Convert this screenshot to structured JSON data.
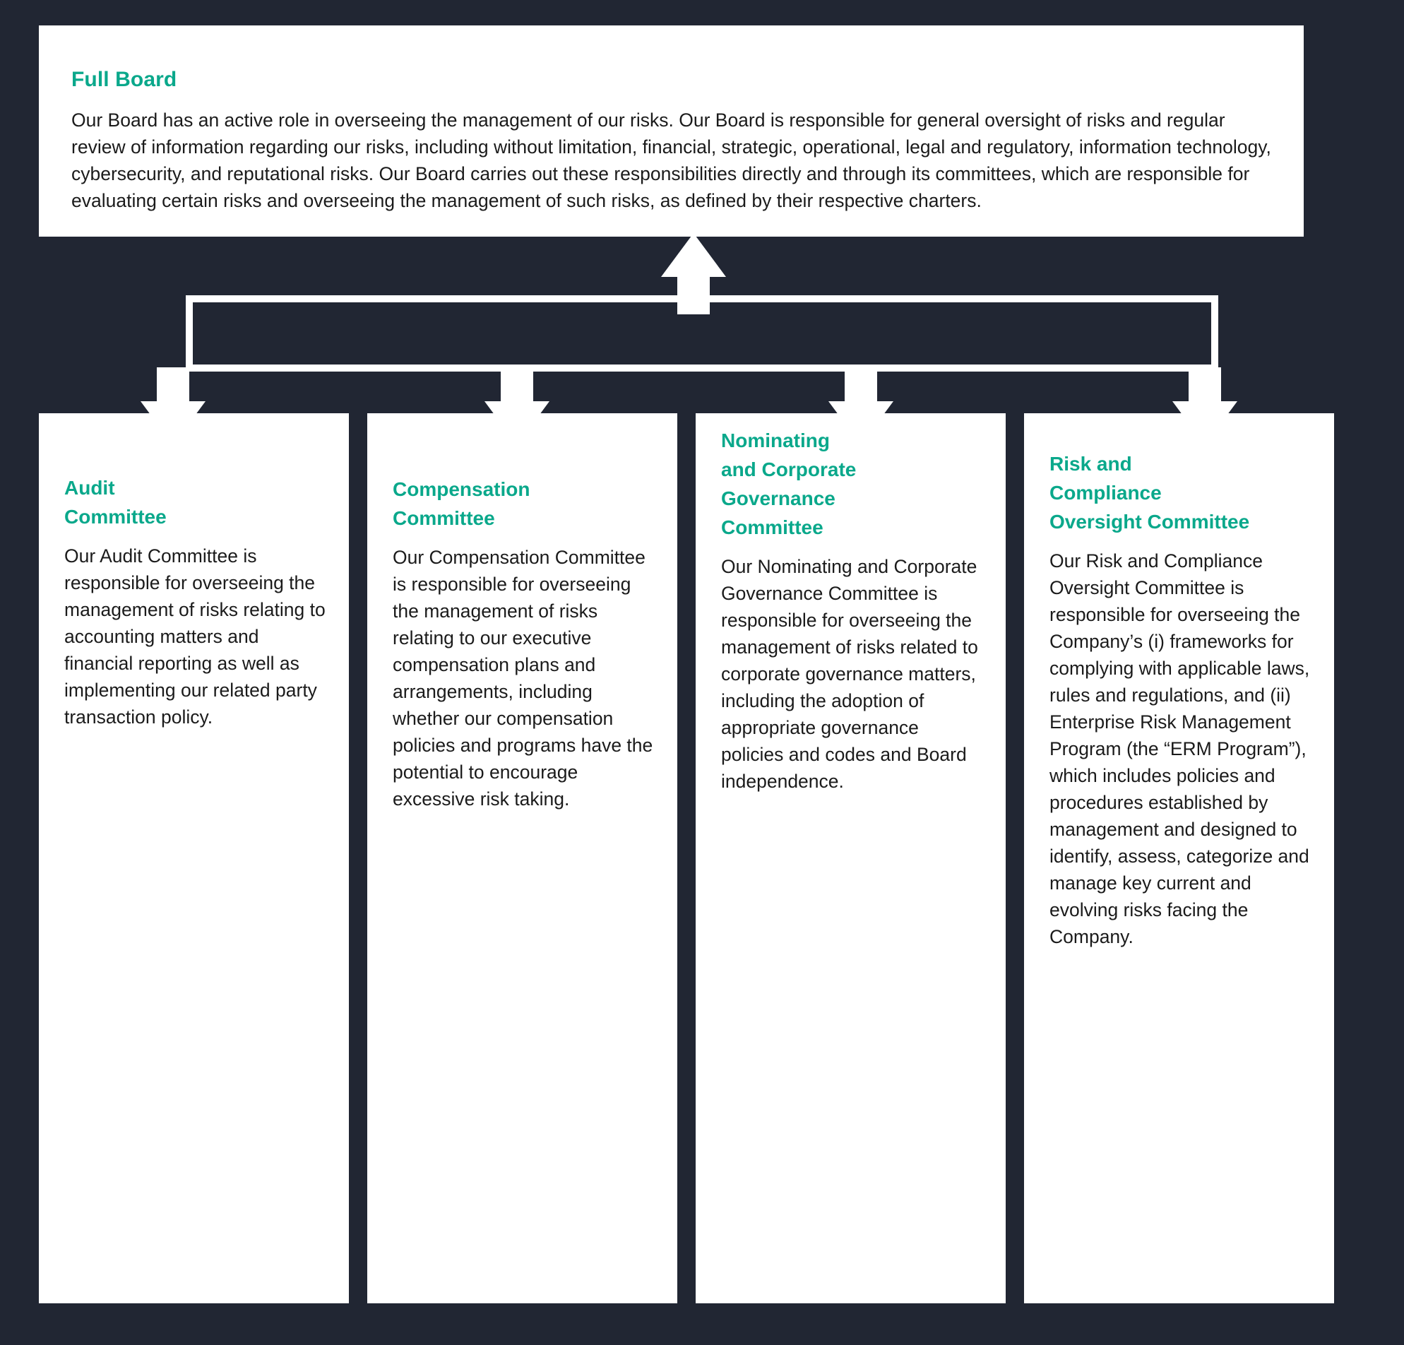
{
  "colors": {
    "background": "#212633",
    "panel": "#ffffff",
    "accent": "#0aa88b",
    "body_text": "#1b1b1b"
  },
  "board": {
    "title": "Full Board",
    "body": "Our Board has an active role in overseeing the management of our risks. Our Board is responsible for general oversight of risks and regular review of information regarding our risks, including without limitation, financial, strategic, operational, legal and regulatory, information technology, cybersecurity, and reputational risks. Our Board carries out these responsibilities directly and through its committees, which are responsible for evaluating certain risks and overseeing the management of such risks, as defined by their respective charters."
  },
  "committees": [
    {
      "title": "Audit\nCommittee",
      "body": "Our Audit Committee is responsible for overseeing the management of risks relating to accounting matters and financial reporting as well as implementing our related party transaction policy."
    },
    {
      "title": "Compensation\nCommittee",
      "body": "Our Compensation Committee is responsible for overseeing the management of risks relating to our executive compensation plans and arrangements, including whether our compensation policies and programs have the potential to encourage excessive risk taking."
    },
    {
      "title": "Nominating\nand Corporate\nGovernance\nCommittee",
      "body": "Our Nominating and Corporate Governance Committee is responsible for overseeing the management of risks related to corporate governance matters, including the adoption of appropriate governance policies and codes and Board independence."
    },
    {
      "title": "Risk and\nCompliance\nOversight Committee",
      "body": "Our Risk and Compliance Oversight Committee is responsible for overseeing the Company’s (i) frameworks for complying with applicable laws, rules and regulations, and (ii) Enterprise Risk Management Program (the “ERM Program”), which includes policies and procedures established by management and designed to identify, assess, categorize and manage key current and evolving risks facing the Company."
    }
  ],
  "connectors": {
    "up_arrow_label": "arrow from committees to full board",
    "down_arrow_labels": [
      "arrow to audit committee",
      "arrow to compensation committee",
      "arrow to nominating and corporate governance committee",
      "arrow to risk and compliance oversight committee"
    ]
  }
}
